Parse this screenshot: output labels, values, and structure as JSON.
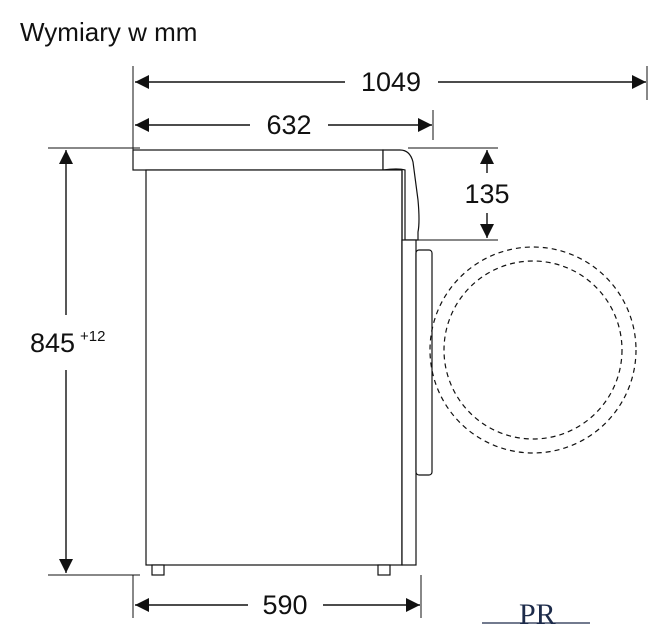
{
  "title": "Wymiary w mm",
  "dimensions": {
    "total_depth": "1049",
    "top_depth": "632",
    "top_height": "135",
    "height": "845",
    "height_tolerance": "+12",
    "base_depth": "590"
  },
  "logo": "PR",
  "colors": {
    "line": "#111111",
    "logo": "#1d2b4a"
  }
}
